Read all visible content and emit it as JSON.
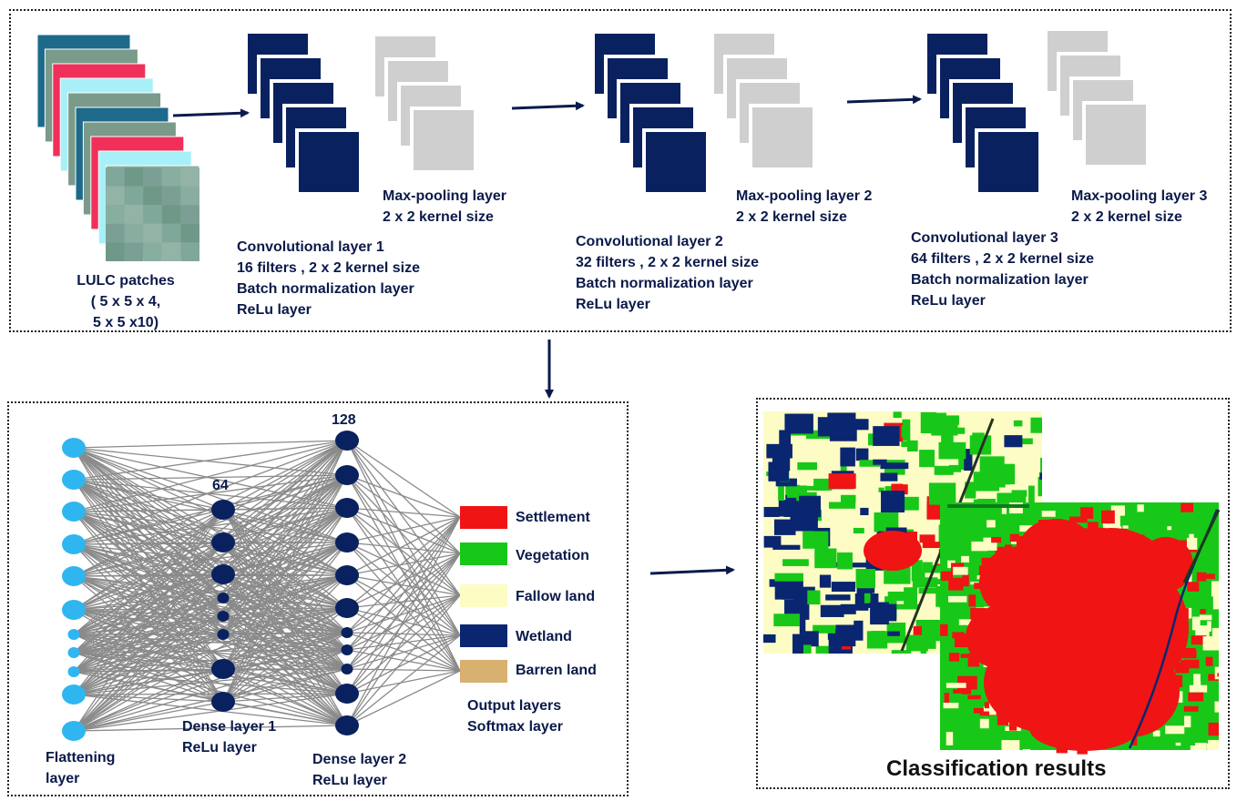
{
  "pipeline": {
    "input_label": [
      "LULC patches",
      "( 5 x 5 x 4,",
      "5 x 5 x10)"
    ],
    "conv1": [
      "Convolutional layer 1",
      "16 filters , 2 x 2 kernel size",
      "Batch normalization layer",
      "ReLu  layer"
    ],
    "pool1": [
      "Max-pooling layer",
      "2 x 2 kernel size"
    ],
    "conv2": [
      "Convolutional layer 2",
      "32 filters , 2 x 2 kernel size",
      "Batch normalization layer",
      "ReLu  layer"
    ],
    "pool2": [
      "Max-pooling layer 2",
      "2 x 2 kernel size"
    ],
    "conv3": [
      "Convolutional layer 3",
      "64 filters , 2 x 2 kernel size",
      "Batch normalization layer",
      "ReLu  layer"
    ],
    "pool3": [
      "Max-pooling layer 3",
      "2 x 2 kernel size"
    ]
  },
  "network": {
    "flatten_label": [
      "Flattening",
      "layer"
    ],
    "dense1_count": "64",
    "dense1_label": [
      "Dense layer 1",
      "ReLu layer"
    ],
    "dense2_count": "128",
    "dense2_label": [
      "Dense layer 2",
      "ReLu layer"
    ],
    "output_label": [
      "Output layers",
      "Softmax layer"
    ],
    "classes": [
      {
        "name": "Settlement",
        "color": "#f01414"
      },
      {
        "name": "Vegetation",
        "color": "#18c818"
      },
      {
        "name": "Fallow land",
        "color": "#fdfcc4"
      },
      {
        "name": "Wetland",
        "color": "#0a2670"
      },
      {
        "name": "Barren land",
        "color": "#d8b070"
      }
    ]
  },
  "results": {
    "title": "Classification results"
  },
  "colors": {
    "navy": "#0a2160",
    "gray": "#cfcfcf",
    "node_light": "#2fb6f0",
    "node_dark": "#0a2160"
  }
}
